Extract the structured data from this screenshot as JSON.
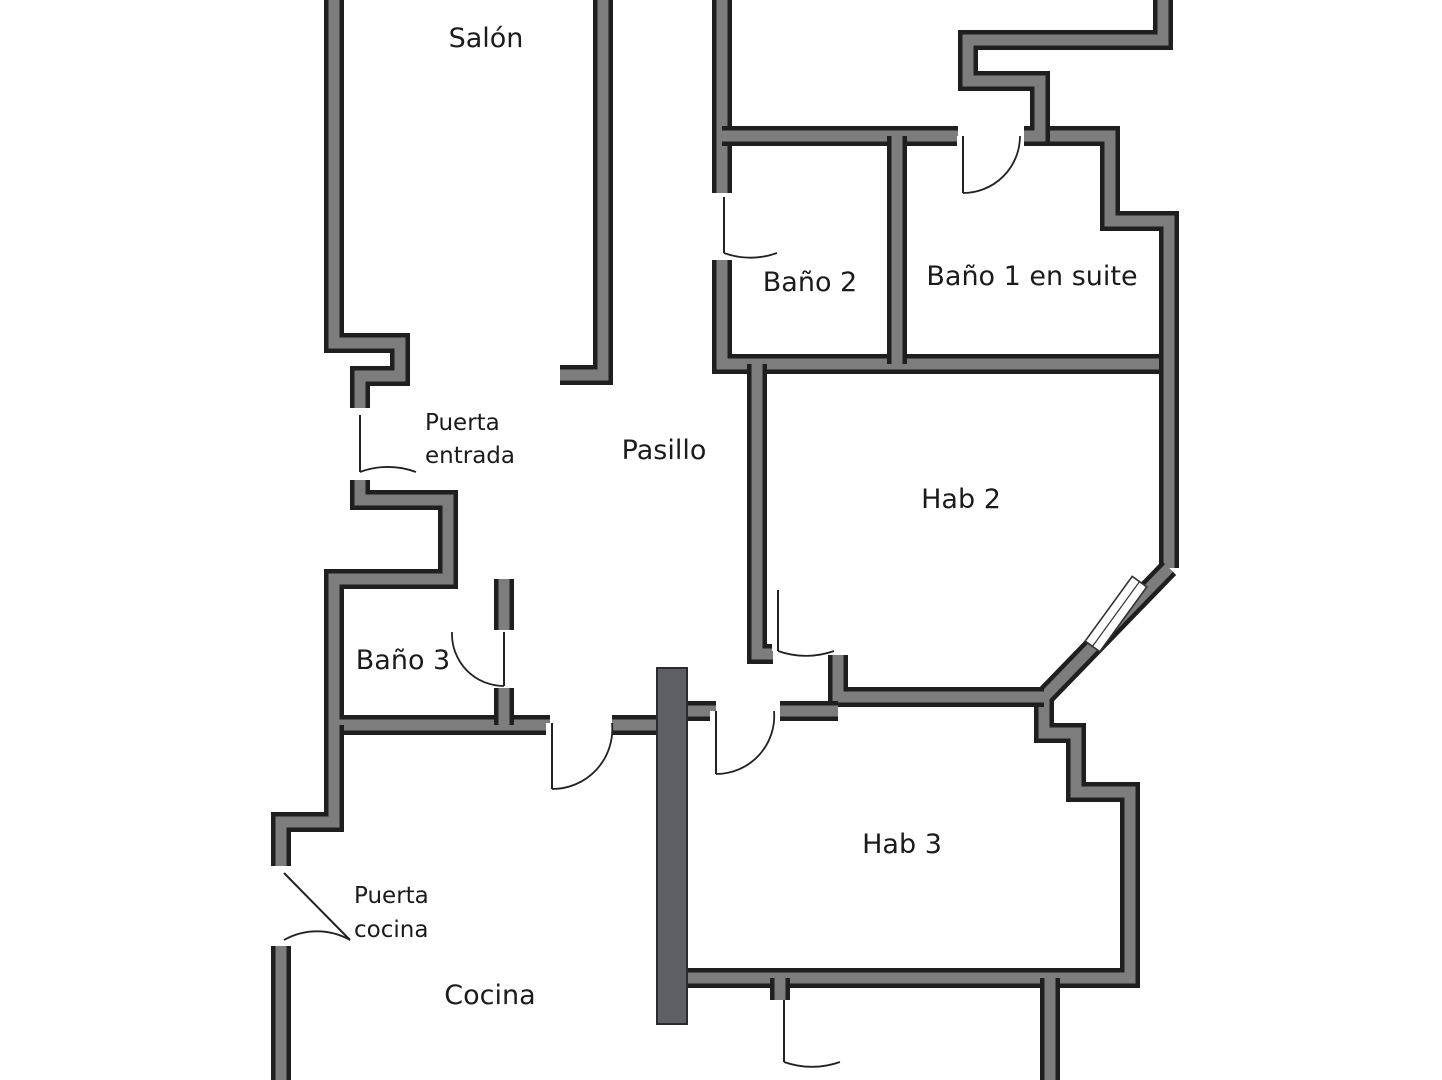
{
  "rooms": {
    "salon": "Salón",
    "pasillo": "Pasillo",
    "bano2": "Baño 2",
    "bano1": "Baño 1 en suite",
    "hab2": "Hab 2",
    "bano3": "Baño 3",
    "hab3": "Hab 3",
    "cocina": "Cocina"
  },
  "doors": {
    "entrada_line1": "Puerta",
    "entrada_line2": "entrada",
    "cocina_line1": "Puerta",
    "cocina_line2": "cocina"
  },
  "colors": {
    "wall_outline": "#1f1f1f",
    "wall_fill": "#7d7d7d",
    "column_fill": "#5f5f66",
    "background": "#ffffff"
  }
}
